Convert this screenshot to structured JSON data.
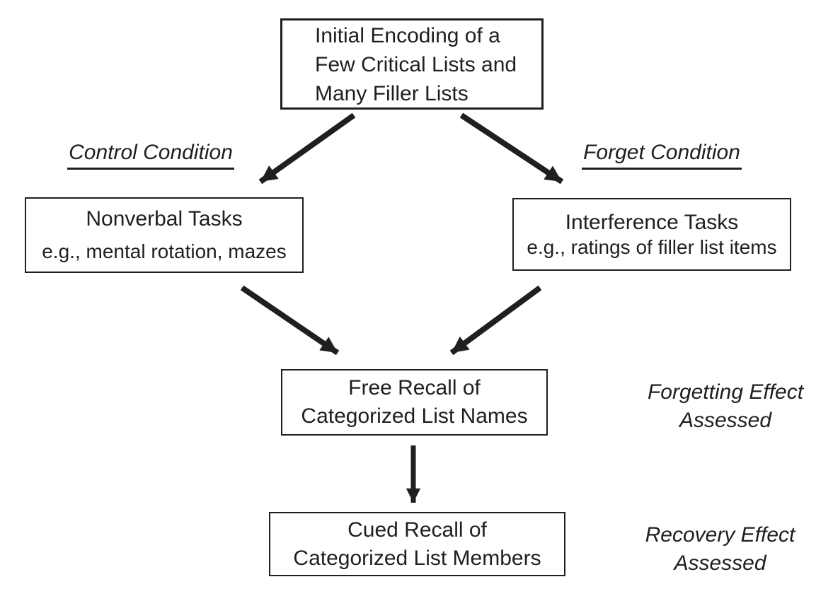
{
  "figure": {
    "background": "#ffffff",
    "ink": "#1f1f1f",
    "boxes": {
      "initial_encoding": {
        "line1": "Initial Encoding of a",
        "line2": "Few Critical Lists and",
        "line3": "Many Filler Lists"
      },
      "nonverbal_tasks": {
        "title": "Nonverbal Tasks",
        "example": "e.g., mental rotation, mazes"
      },
      "interference_tasks": {
        "title": "Interference Tasks",
        "example": "e.g., ratings of filler list items"
      },
      "free_recall": {
        "line1": "Free Recall of",
        "line2": "Categorized List Names"
      },
      "cued_recall": {
        "line1": "Cued Recall of",
        "line2": "Categorized List Members"
      }
    },
    "condition_labels": {
      "control": "Control Condition",
      "forget": "Forget Condition"
    },
    "effect_labels": {
      "forgetting": {
        "line1": "Forgetting Effect",
        "line2": "Assessed"
      },
      "recovery": {
        "line1": "Recovery Effect",
        "line2": "Assessed"
      }
    }
  }
}
